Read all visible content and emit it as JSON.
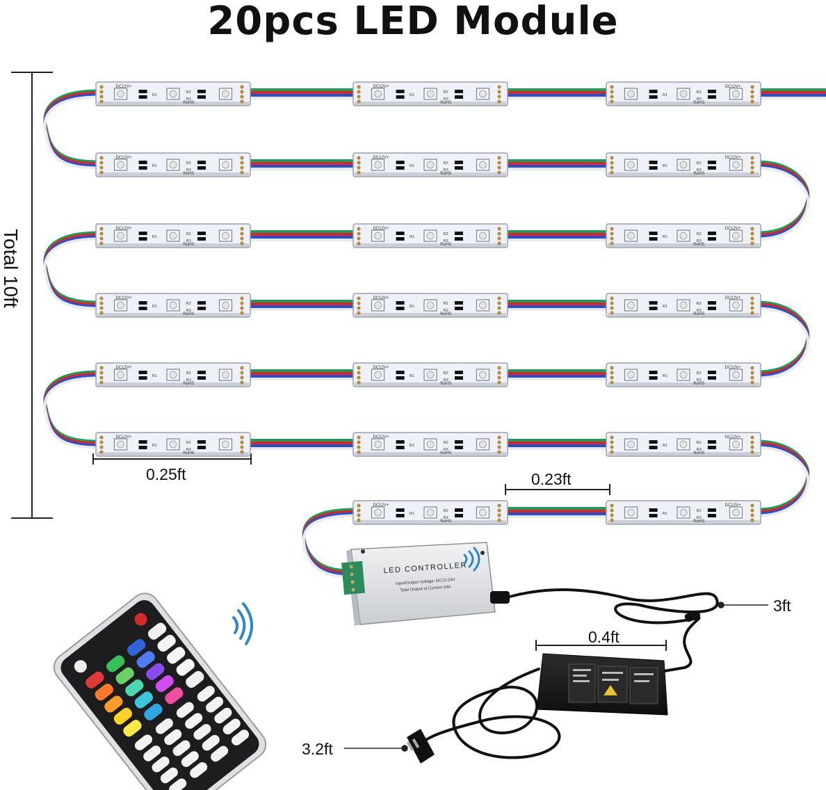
{
  "title": "20pcs LED Module",
  "dimensions": {
    "total_height": "Total 10ft",
    "module_length": "0.25ft",
    "module_gap": "0.23ft",
    "controller_cable": "3ft",
    "adapter_length": "0.4ft",
    "power_cord": "3.2ft"
  },
  "module_print": {
    "voltage": "DC12V+",
    "r1": "R1",
    "r2": "R2",
    "r3": "R3",
    "rohs": "RoHS"
  },
  "controller": {
    "name": "LED CONTROLLER",
    "spec_line1": "Input/Output Voltage: DC12-24V",
    "spec_line2": "Total Output of Current 24A"
  },
  "colors": {
    "wire_red": "#d8262a",
    "wire_green": "#1f9a5a",
    "wire_blue": "#2b4fc8",
    "wire_white": "#e9e9ee",
    "module_body": "#eef1f7",
    "controller_body": "#dfe1e4",
    "adapter_body": "#1b1b1b",
    "remote_body": "#e7e8ea"
  }
}
